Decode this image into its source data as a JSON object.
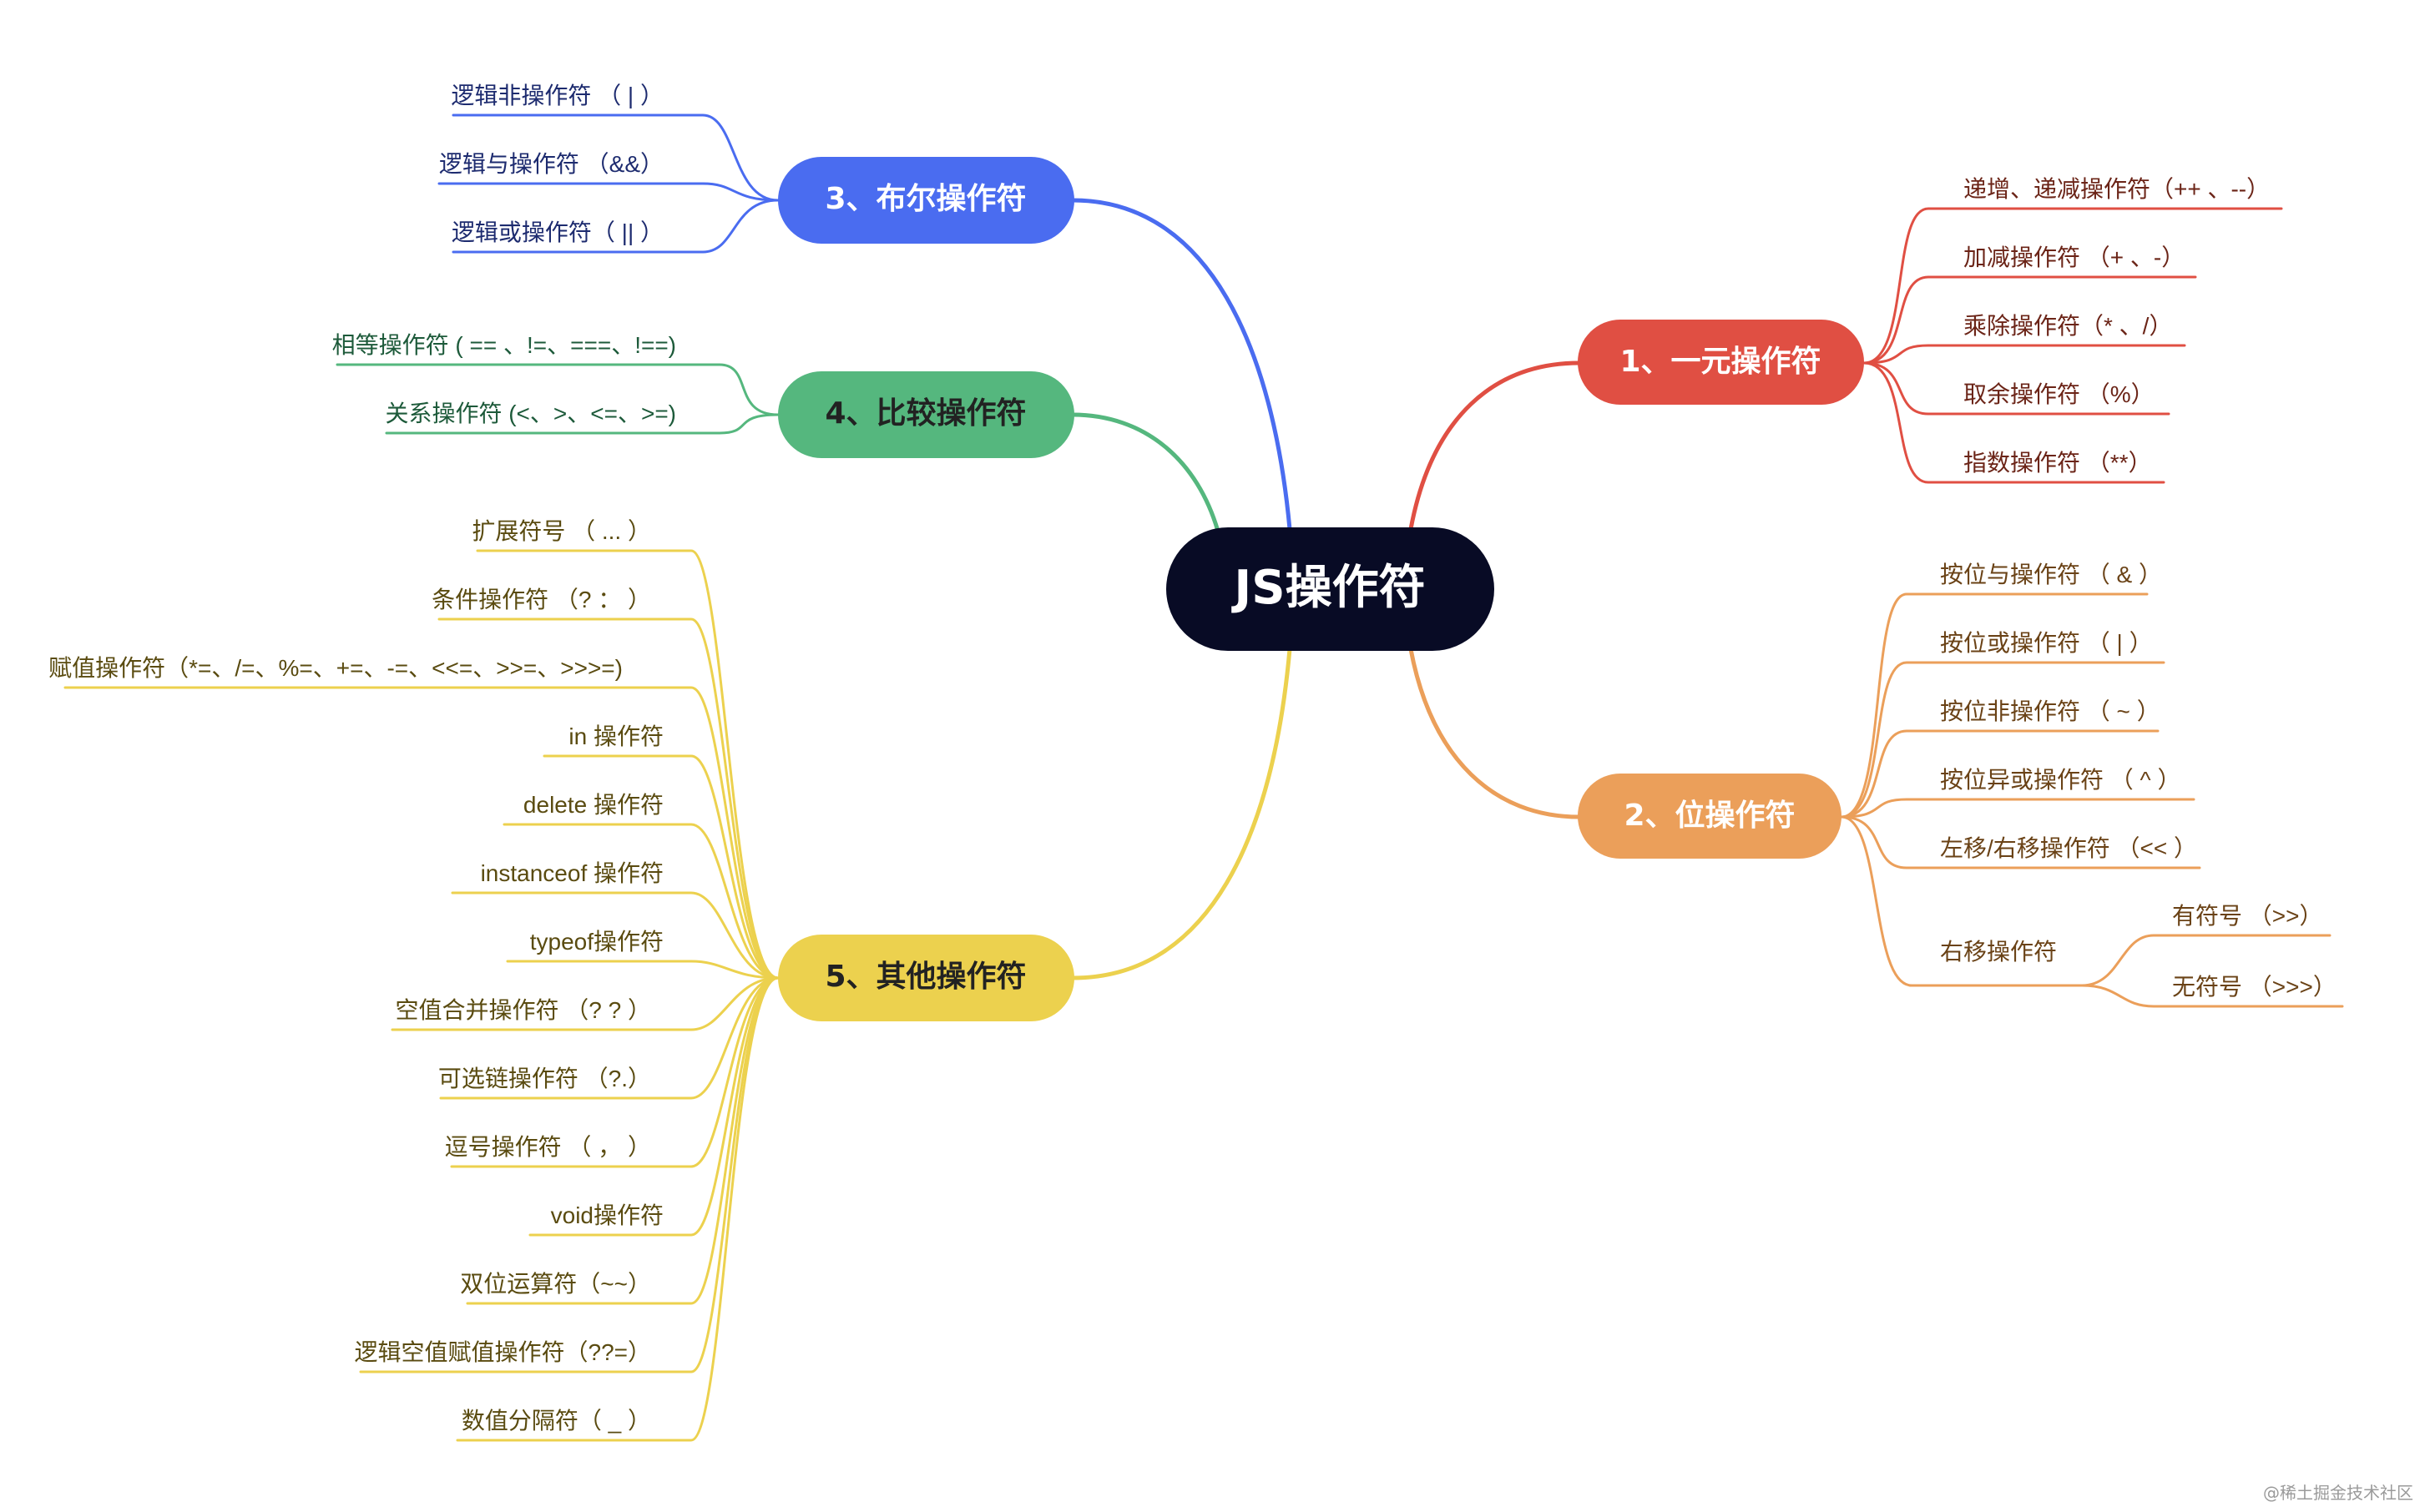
{
  "colors": {
    "root": "#080b25",
    "b1": "#e04f43",
    "b2": "#eb9f5a",
    "b3": "#4a6cf0",
    "b4": "#55b77e",
    "b5": "#ecd14e",
    "t1": "#6b2417",
    "t2": "#6a4216",
    "t3": "#1d2b6f",
    "t4": "#1d5a3a",
    "t5": "#5a4b10"
  },
  "root": {
    "label": "JS操作符"
  },
  "branches": {
    "b1": {
      "label": "1、一元操作符",
      "items": [
        "递增、递减操作符（++ 、--）",
        "加减操作符 （+ 、-）",
        "乘除操作符（* 、/）",
        "取余操作符 （%）",
        "指数操作符 （**）"
      ]
    },
    "b2": {
      "label": "2、位操作符",
      "items": [
        "按位与操作符 （ & ）",
        "按位或操作符 （ | ）",
        "按位非操作符 （ ~ ）",
        "按位异或操作符 （ ^ ）",
        "左移/右移操作符 （<< ）",
        "右移操作符"
      ],
      "sub": [
        "有符号 （>>）",
        "无符号 （>>>）"
      ]
    },
    "b3": {
      "label": "3、布尔操作符",
      "items": [
        "逻辑非操作符 （ | ）",
        "逻辑与操作符 （&&）",
        "逻辑或操作符（ || ）"
      ]
    },
    "b4": {
      "label": "4、比较操作符",
      "items": [
        "相等操作符 ( ==  、!=、===、!==)",
        "关系操作符 (<、>、<=、>=)"
      ]
    },
    "b5": {
      "label": "5、其他操作符",
      "items": [
        "扩展符号 （ ... ）",
        "条件操作符 （? ： ）",
        "赋值操作符（*=、/=、%=、+=、-=、<<=、>>=、>>>=)",
        "in 操作符",
        "delete 操作符",
        "instanceof 操作符",
        "typeof操作符",
        "空值合并操作符 （? ? ）",
        "可选链操作符 （?.）",
        "逗号操作符 （ ， ）",
        "void操作符",
        "双位运算符（~~）",
        "逻辑空值赋值操作符（??=）",
        "数值分隔符（ _ ）"
      ]
    }
  },
  "watermark": "@稀土掘金技术社区"
}
